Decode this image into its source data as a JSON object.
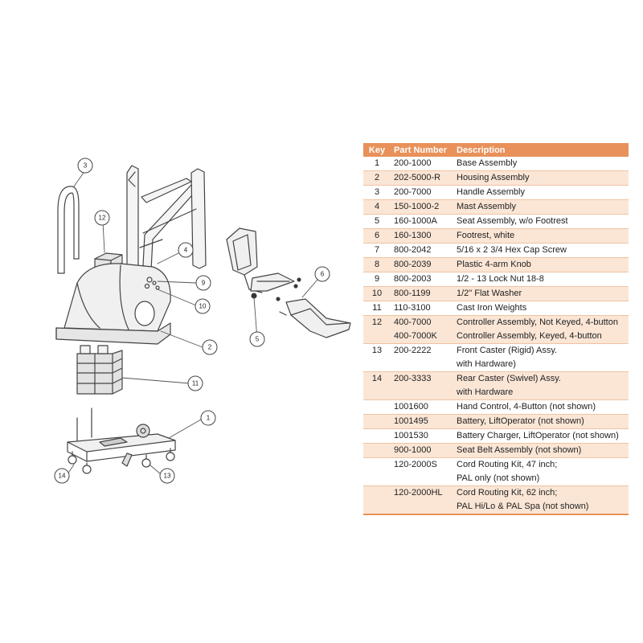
{
  "diagram": {
    "callouts": [
      "1",
      "2",
      "3",
      "4",
      "5",
      "6",
      "9",
      "10",
      "11",
      "12",
      "13",
      "14"
    ]
  },
  "table": {
    "headers": {
      "key": "Key",
      "part": "Part Number",
      "desc": "Description"
    },
    "rows": [
      {
        "key": "1",
        "parts": [
          "200-1000"
        ],
        "desc": [
          "Base Assembly"
        ]
      },
      {
        "key": "2",
        "parts": [
          "202-5000-R"
        ],
        "desc": [
          "Housing Assembly"
        ]
      },
      {
        "key": "3",
        "parts": [
          "200-7000"
        ],
        "desc": [
          "Handle Assembly"
        ]
      },
      {
        "key": "4",
        "parts": [
          "150-1000-2"
        ],
        "desc": [
          "Mast Assembly"
        ]
      },
      {
        "key": "5",
        "parts": [
          "160-1000A"
        ],
        "desc": [
          "Seat Assembly, w/o Footrest"
        ]
      },
      {
        "key": "6",
        "parts": [
          "160-1300"
        ],
        "desc": [
          "Footrest, white"
        ]
      },
      {
        "key": "7",
        "parts": [
          "800-2042"
        ],
        "desc": [
          "5/16 x 2 3/4  Hex Cap Screw"
        ]
      },
      {
        "key": "8",
        "parts": [
          "800-2039"
        ],
        "desc": [
          "Plastic 4-arm Knob"
        ]
      },
      {
        "key": "9",
        "parts": [
          "800-2003"
        ],
        "desc": [
          "1/2 - 13 Lock Nut 18-8"
        ]
      },
      {
        "key": "10",
        "parts": [
          "800-1199"
        ],
        "desc": [
          "1/2\" Flat Washer"
        ]
      },
      {
        "key": "11",
        "parts": [
          "110-3100"
        ],
        "desc": [
          "Cast Iron Weights"
        ]
      },
      {
        "key": "12",
        "parts": [
          "400-7000",
          "400-7000K"
        ],
        "desc": [
          "Controller Assembly, Not Keyed, 4-button",
          "Controller Assembly, Keyed, 4-button"
        ]
      },
      {
        "key": "13",
        "parts": [
          "200-2222"
        ],
        "desc": [
          "Front Caster (Rigid) Assy.",
          "with Hardware)"
        ]
      },
      {
        "key": "14",
        "parts": [
          "200-3333"
        ],
        "desc": [
          "Rear Caster (Swivel) Assy.",
          "with Hardware"
        ]
      },
      {
        "key": "",
        "parts": [
          "1001600"
        ],
        "desc": [
          "Hand Control, 4-Button (not shown)"
        ]
      },
      {
        "key": "",
        "parts": [
          "1001495"
        ],
        "desc": [
          "Battery, LiftOperator (not shown)"
        ]
      },
      {
        "key": "",
        "parts": [
          "1001530"
        ],
        "desc": [
          "Battery Charger, LiftOperator (not shown)"
        ]
      },
      {
        "key": "",
        "parts": [
          "900-1000"
        ],
        "desc": [
          "Seat Belt Assembly (not shown)"
        ]
      },
      {
        "key": "",
        "parts": [
          "120-2000S"
        ],
        "desc": [
          "Cord Routing Kit, 47 inch;",
          "PAL only (not shown)"
        ]
      },
      {
        "key": "",
        "parts": [
          "120-2000HL"
        ],
        "desc": [
          "Cord Routing Kit, 62 inch;",
          "PAL Hi/Lo & PAL Spa (not shown)"
        ]
      }
    ]
  }
}
